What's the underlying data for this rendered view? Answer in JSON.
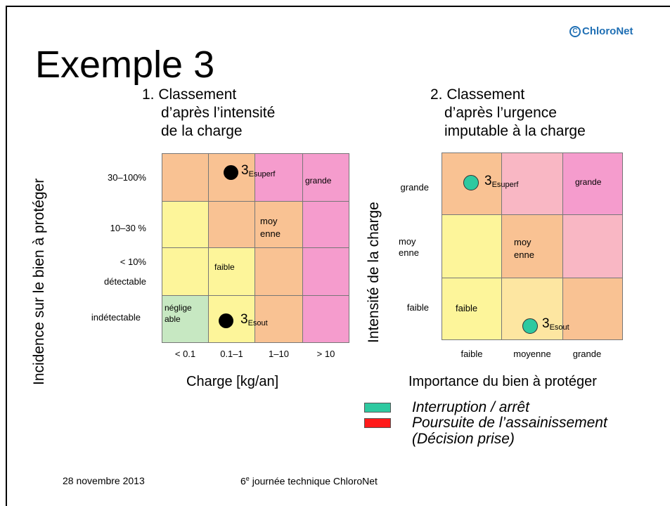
{
  "logo": {
    "mark": "C",
    "text": "ChloroNet"
  },
  "title": "Exemple 3",
  "left_chart": {
    "subtitle": [
      "1. Classement",
      "d’après l’intensité",
      "de la charge"
    ],
    "y_axis_label": "Incidence sur le bien à protéger",
    "row_labels": [
      "30–100%",
      "10–30 %",
      "< 10%",
      "détectable",
      "indétectable"
    ],
    "col_labels": [
      "< 0.1",
      "0.1–1",
      "1–10",
      "> 10"
    ],
    "x_axis_label": "Charge [kg/an]",
    "cell_texts": {
      "grande": "grande",
      "moyenne": [
        "moy",
        "enne"
      ],
      "faible": "faible",
      "negligeable": [
        "néglige",
        "able"
      ]
    },
    "markers": [
      {
        "label": "3",
        "sub": "Esuperf"
      },
      {
        "label": "3",
        "sub": "Esout"
      }
    ]
  },
  "right_chart": {
    "subtitle": [
      "2. Classement",
      "d’après l’urgence",
      "imputable à la charge"
    ],
    "y_axis_label": "Intensité de la charge",
    "row_labels": [
      "grande",
      [
        "moy",
        "enne"
      ],
      "faible"
    ],
    "col_labels": [
      "faible",
      "moyenne",
      "grande"
    ],
    "x_axis_label": "Importance du bien à protéger",
    "cell_texts": {
      "grande": "grande",
      "moyenne": [
        "moy",
        "enne"
      ],
      "faible": "faible"
    },
    "markers": [
      {
        "label": "3",
        "sub": "Esuperf"
      },
      {
        "label": "3",
        "sub": "Esout"
      }
    ]
  },
  "legend": [
    {
      "color": "#2ec9a0",
      "text": "Interruption / arrêt"
    },
    {
      "color": "#ff1a1a",
      "text": "Poursuite de l’assainissement"
    },
    {
      "color": "",
      "text": "(Décision prise)"
    }
  ],
  "footer": {
    "date": "28 novembre 2013",
    "event_prefix": "6",
    "event_sup": "e",
    "event_rest": " journée technique ChloroNet"
  },
  "colors": {
    "orange": "#f9c293",
    "yellow": "#fdf59a",
    "pink": "#f59ccd",
    "pinklight": "#f9b7c4",
    "green": "#c7e8c2",
    "teal": "#2ec9a0"
  }
}
